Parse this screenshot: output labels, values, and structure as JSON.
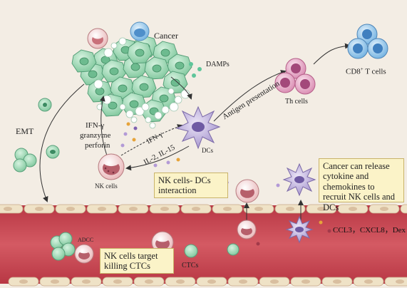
{
  "labels": {
    "cancer": "Cancer",
    "damps": "DAMPs",
    "antigen_presentation": "Antigen presentation",
    "th_cells": "Th cells",
    "cd8_prefix": "CD8",
    "cd8_sup": "+",
    "cd8_suffix": " T cells",
    "emt": "EMT",
    "ifn_gamma_left": "IFN-γ",
    "granzyme": "granzyme",
    "perforin": "perforin",
    "ifn_gamma_mid": "IFN-γ",
    "il2_il15": "IL-2, IL-15",
    "dcs": "DCs",
    "nk_cells": "NK cells",
    "adcc": "ADCC",
    "ctcs": "CTCs",
    "chemokines": "CCL3，CXCL8，Dex"
  },
  "boxes": {
    "nk_dc_interaction": "NK cells- DCs interaction",
    "cancer_release": "Cancer can release cytokine and chemokines to recruit NK cells and DCs",
    "nk_target_ctcs": "NK cells target killing CTCs"
  },
  "colors": {
    "background": "#f3ede4",
    "vessel": "#c8424d",
    "vessel_wall": "#efe2c6",
    "cancer_cell": "#9fd8b6",
    "nk_cell": "#f0c9c9",
    "dc": "#b7a6d8",
    "th_cell": "#e8a7c4",
    "cd8_cell": "#8fc3ea",
    "callout_box": "#fbf3c8"
  }
}
